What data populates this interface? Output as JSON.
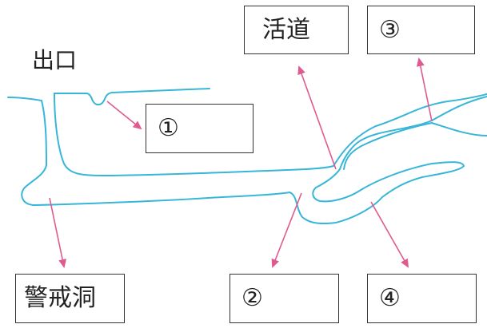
{
  "exit_label": "出口",
  "boxes": {
    "circle1": "①",
    "circle2": "②",
    "circle3": "③",
    "circle4": "④",
    "huodao": "活道",
    "jingjiedong": "警戒洞"
  },
  "colors": {
    "tunnel_line": "#38b6d8",
    "arrow": "#e05a8f",
    "box_border": "#333333"
  }
}
